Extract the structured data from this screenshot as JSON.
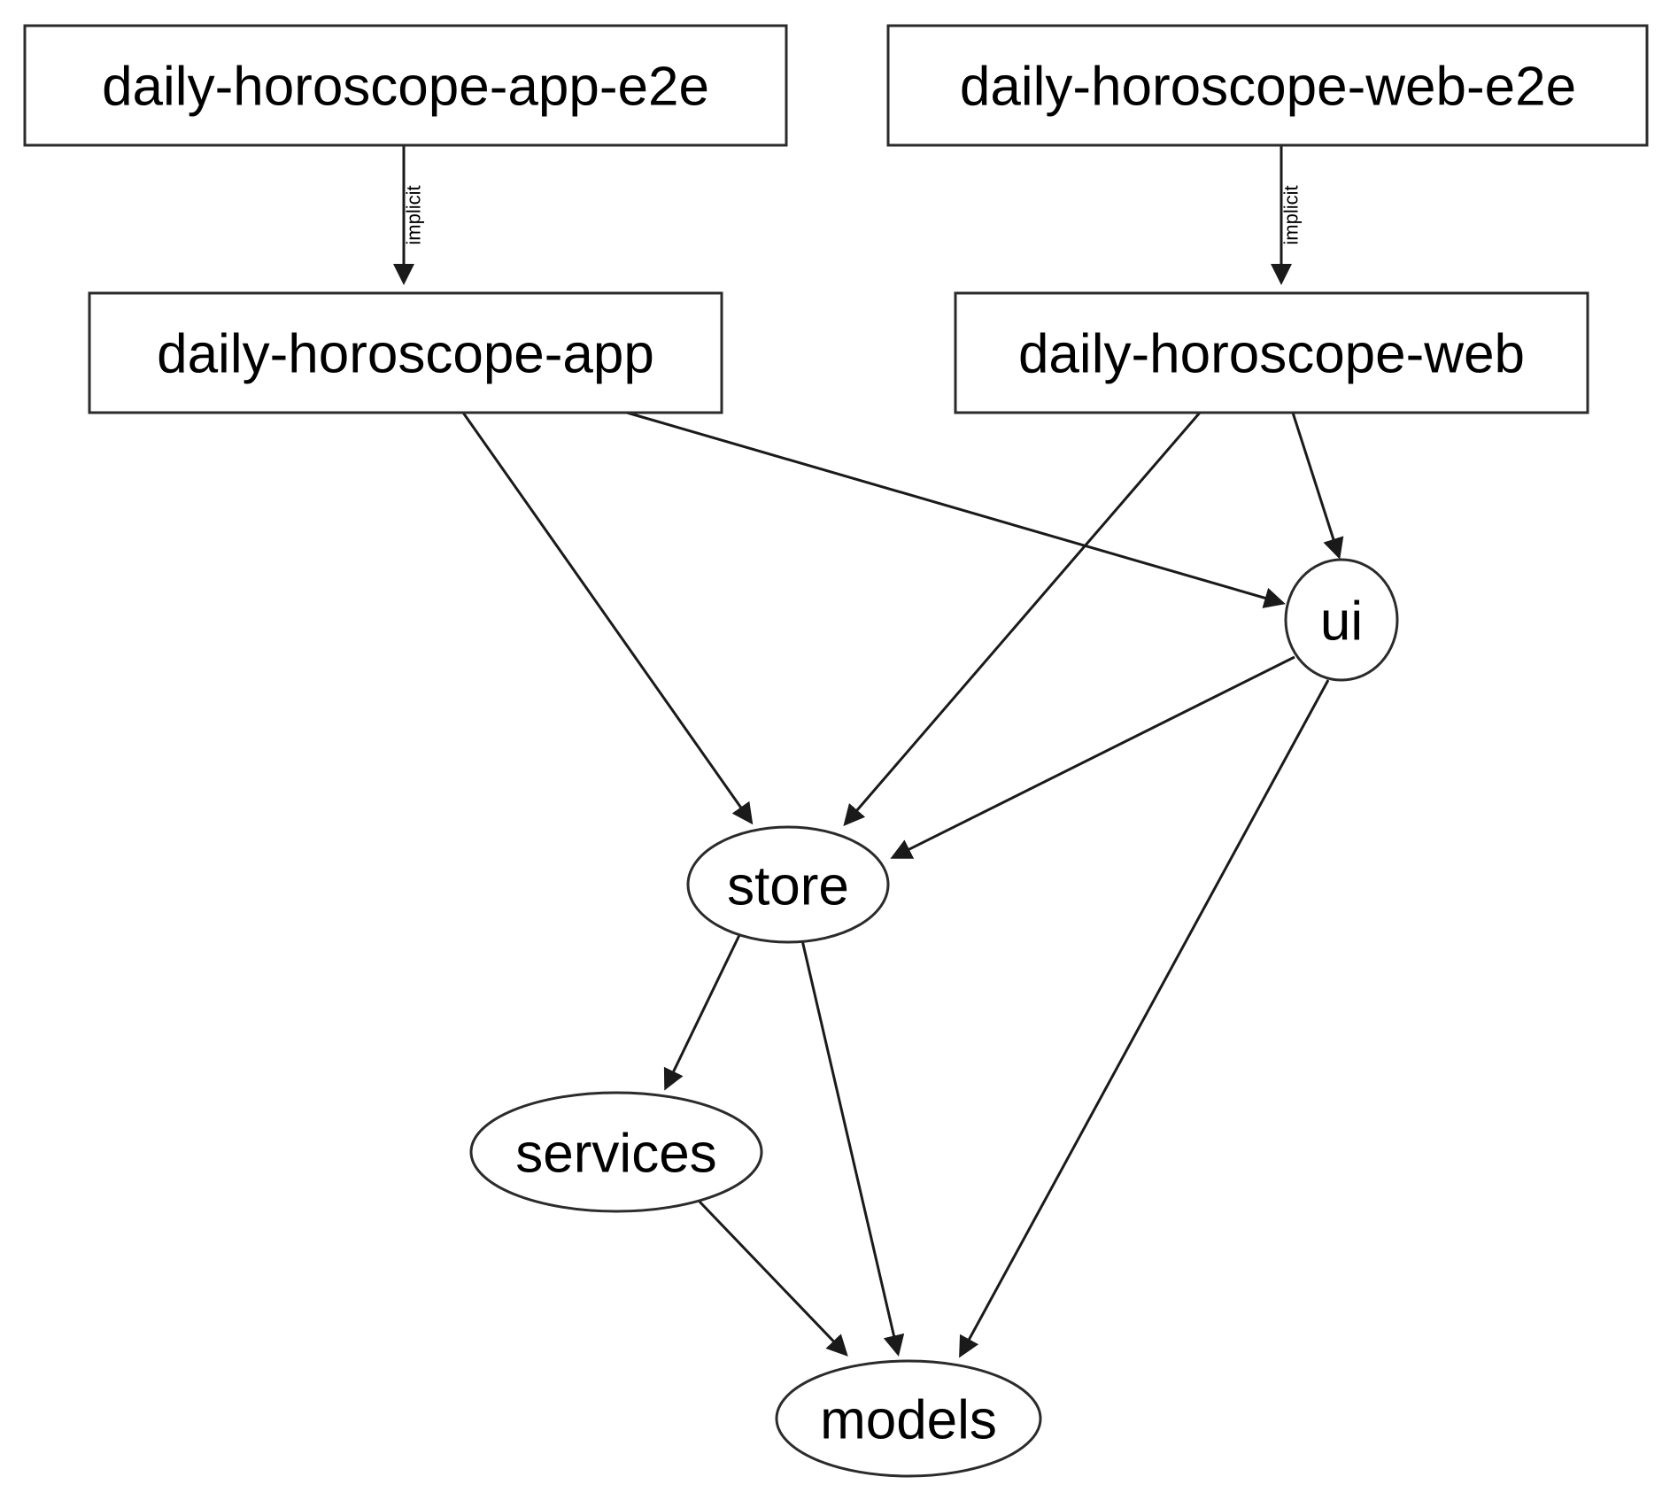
{
  "diagram": {
    "type": "dependency-graph",
    "background_color": "#ffffff",
    "node_stroke_color": "#2b2b2b",
    "edge_color": "#1a1a1a",
    "text_color": "#000000",
    "nodes": [
      {
        "id": "daily-horoscope-app-e2e",
        "label": "daily-horoscope-app-e2e",
        "shape": "rect"
      },
      {
        "id": "daily-horoscope-web-e2e",
        "label": "daily-horoscope-web-e2e",
        "shape": "rect"
      },
      {
        "id": "daily-horoscope-app",
        "label": "daily-horoscope-app",
        "shape": "rect"
      },
      {
        "id": "daily-horoscope-web",
        "label": "daily-horoscope-web",
        "shape": "rect"
      },
      {
        "id": "ui",
        "label": "ui",
        "shape": "ellipse"
      },
      {
        "id": "store",
        "label": "store",
        "shape": "ellipse"
      },
      {
        "id": "services",
        "label": "services",
        "shape": "ellipse"
      },
      {
        "id": "models",
        "label": "models",
        "shape": "ellipse"
      }
    ],
    "edges": [
      {
        "from": "daily-horoscope-app-e2e",
        "to": "daily-horoscope-app",
        "label": "implicit"
      },
      {
        "from": "daily-horoscope-web-e2e",
        "to": "daily-horoscope-web",
        "label": "implicit"
      },
      {
        "from": "daily-horoscope-app",
        "to": "store",
        "label": ""
      },
      {
        "from": "daily-horoscope-app",
        "to": "ui",
        "label": ""
      },
      {
        "from": "daily-horoscope-web",
        "to": "store",
        "label": ""
      },
      {
        "from": "daily-horoscope-web",
        "to": "ui",
        "label": ""
      },
      {
        "from": "ui",
        "to": "store",
        "label": ""
      },
      {
        "from": "ui",
        "to": "models",
        "label": ""
      },
      {
        "from": "store",
        "to": "services",
        "label": ""
      },
      {
        "from": "store",
        "to": "models",
        "label": ""
      },
      {
        "from": "services",
        "to": "models",
        "label": ""
      }
    ],
    "edge_labels": {
      "implicit_app": "implicit",
      "implicit_web": "implicit"
    }
  }
}
